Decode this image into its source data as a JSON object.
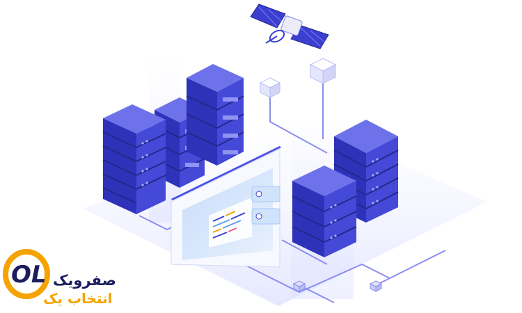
{
  "colors": {
    "primary": "#3b3fd0",
    "primary_dark": "#27278f",
    "primary_light": "#6f73ec",
    "accent_orange": "#f5a300",
    "text_dark": "#1b1d5c",
    "cube_light": "#eceefc",
    "line": "#8a8ff0",
    "screen": "#d6e6fb"
  },
  "icons": {
    "satellite": "satellite-icon",
    "logo_mark": "ol-logo-icon"
  },
  "brand": {
    "logo_mark": "OL",
    "name_line1": "صفرویک",
    "name_line2": "انتخاب یک"
  }
}
